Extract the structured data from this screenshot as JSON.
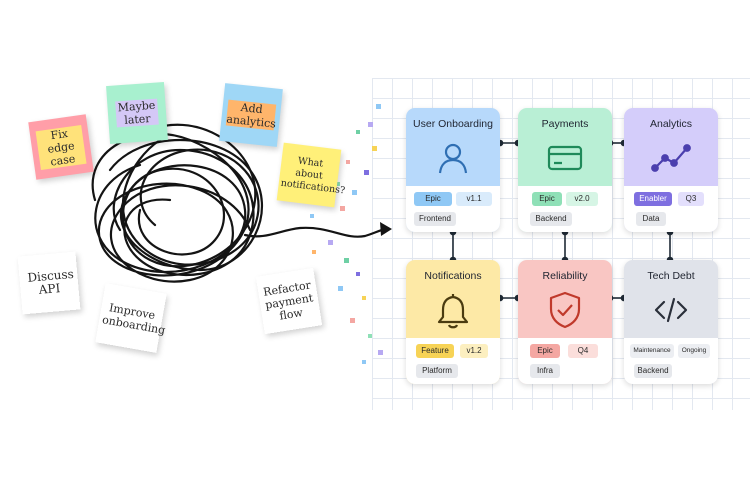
{
  "notes": [
    {
      "id": "fix-edge-case",
      "text": "Fix edge case",
      "color": "#ff9ea8"
    },
    {
      "id": "maybe-later",
      "text": "Maybe later",
      "color": "#ffe27a"
    },
    {
      "id": "add-analytics",
      "text": "Add analytics",
      "color": "#a8f0cf"
    },
    {
      "id": "what-about-notifications",
      "text": "What about notifications?",
      "color": "#d4c8f6"
    },
    {
      "id": "discuss-api",
      "text": "Discuss API",
      "color": "#9fd7f6"
    },
    {
      "id": "improve-onboarding",
      "text": "Improve onboarding",
      "color": "#ffb56b"
    },
    {
      "id": "refactor-payment-flow",
      "text": "Refactor payment flow",
      "color": "#fff079"
    }
  ],
  "cards": [
    {
      "id": "user-onboarding",
      "title": "User Onboarding",
      "icon": "user-icon",
      "color": "#b7d9fb",
      "accent": "#2f6fb3",
      "tags": [
        {
          "text": "Epic",
          "color": "#8fc8f5"
        },
        {
          "text": "v1.1",
          "color": "#d9ebfb"
        },
        {
          "text": "Frontend",
          "color": "#e6e8ec"
        }
      ]
    },
    {
      "id": "payments",
      "title": "Payments",
      "icon": "credit-card-icon",
      "color": "#b9efd5",
      "accent": "#1f8a5a",
      "tags": [
        {
          "text": "Epic",
          "color": "#8fe0b7"
        },
        {
          "text": "v2.0",
          "color": "#d6f5e5"
        },
        {
          "text": "Backend",
          "color": "#e6e8ec"
        }
      ]
    },
    {
      "id": "analytics",
      "title": "Analytics",
      "icon": "line-chart-icon",
      "color": "#d4cdfa",
      "accent": "#4b3fae",
      "tags": [
        {
          "text": "Enabler",
          "color": "#7e6fe0"
        },
        {
          "text": "Q3",
          "color": "#e3dffc"
        },
        {
          "text": "Data",
          "color": "#e6e8ec"
        }
      ]
    },
    {
      "id": "notifications",
      "title": "Notifications",
      "icon": "bell-icon",
      "color": "#fde9a6",
      "accent": "#4a3b10",
      "tags": [
        {
          "text": "Feature",
          "color": "#f7d356"
        },
        {
          "text": "v1.2",
          "color": "#fcefc0"
        },
        {
          "text": "Platform",
          "color": "#e6e8ec"
        }
      ]
    },
    {
      "id": "reliability",
      "title": "Reliability",
      "icon": "shield-check-icon",
      "color": "#f9c6c3",
      "accent": "#c0392b",
      "tags": [
        {
          "text": "Epic",
          "color": "#f4a7a2"
        },
        {
          "text": "Q4",
          "color": "#fbdedb"
        },
        {
          "text": "Infra",
          "color": "#e6e8ec"
        }
      ]
    },
    {
      "id": "tech-debt",
      "title": "Tech Debt",
      "icon": "code-icon",
      "color": "#e0e3ea",
      "accent": "#2a2f3a",
      "tags": [
        {
          "text": "Maintenance",
          "color": "#eceef2"
        },
        {
          "text": "Ongoing",
          "color": "#eceef2"
        },
        {
          "text": "Backend",
          "color": "#e6e8ec"
        }
      ]
    }
  ]
}
